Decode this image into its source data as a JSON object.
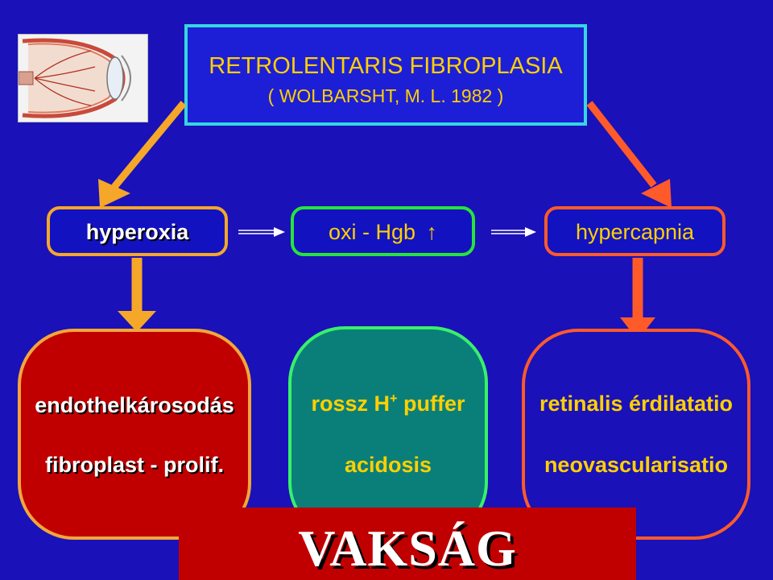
{
  "title": {
    "line1": "RETROLENTARIS  FIBROPLASIA",
    "line2": "( WOLBARSHT, M. L. 1982 )"
  },
  "top_row": {
    "left": "hyperoxia",
    "middle": "oxi - Hgb",
    "middle_arrow": "↑",
    "right": "hypercapnia"
  },
  "boxes": {
    "left": {
      "line1": "endothelkárosodás",
      "line2": "fibroplast - prolif."
    },
    "middle": {
      "line1_main": "rossz H",
      "line1_sup": "+",
      "line1_end": " puffer",
      "line2": "acidosis"
    },
    "right": {
      "line1": "retinalis érdilatatio",
      "line2": "neovascularisatio"
    }
  },
  "outcome": "VAKSÁG",
  "colors": {
    "background": "#1a11b8",
    "yellow_text": "#ffd000",
    "orange": "#f5a72a",
    "red_orange": "#ff5a2a",
    "green": "#27e43a",
    "cyan": "#35d7e0",
    "red": "#c00000",
    "teal": "#0a7f7a"
  },
  "icons": {
    "eye": "eye-cross-section-icon"
  }
}
